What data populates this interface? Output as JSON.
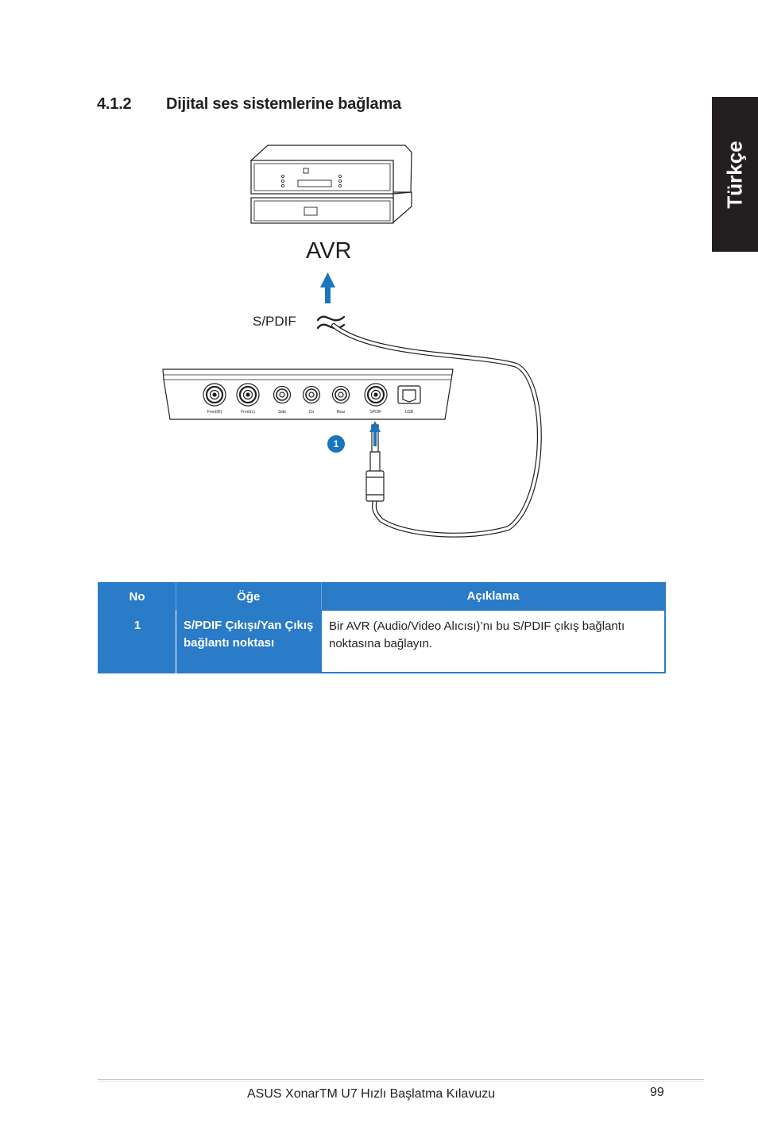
{
  "section": {
    "number": "4.1.2",
    "title": "Dijital ses sistemlerine bağlama"
  },
  "language_tab": "Türkçe",
  "figure": {
    "device_label": "AVR",
    "signal_label": "S/PDIF",
    "ports": [
      "Front(R)",
      "Front(L)",
      "Side",
      "Ctr",
      "Rear",
      "SPDIF",
      "USB"
    ],
    "callout": "1",
    "colors": {
      "arrow": "#1b75bc",
      "outline": "#231f20"
    }
  },
  "table": {
    "headers": [
      "No",
      "Öğe",
      "Açıklama"
    ],
    "rows": [
      {
        "no": "1",
        "item": "S/PDIF Çıkışı/Yan Çıkış bağlantı noktası",
        "desc": "Bir AVR (Audio/Video Alıcısı)’nı bu S/PDIF çıkış bağlantı noktasına bağlayın."
      }
    ],
    "header_color": "#2a7bc8"
  },
  "footer": {
    "title": "ASUS XonarTM U7 Hızlı Başlatma Kılavuzu",
    "page": "99"
  }
}
